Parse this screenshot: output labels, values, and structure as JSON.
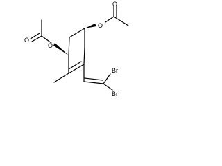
{
  "molecule": {
    "atoms": {
      "o_left_carbonyl": "O",
      "o_left_ester": "O",
      "o_right_ester": "O",
      "o_right_carbonyl": "O",
      "br_top": "Br",
      "br_bottom": "Br"
    }
  },
  "colors": {
    "bond": "#000000",
    "background": "#ffffff"
  }
}
